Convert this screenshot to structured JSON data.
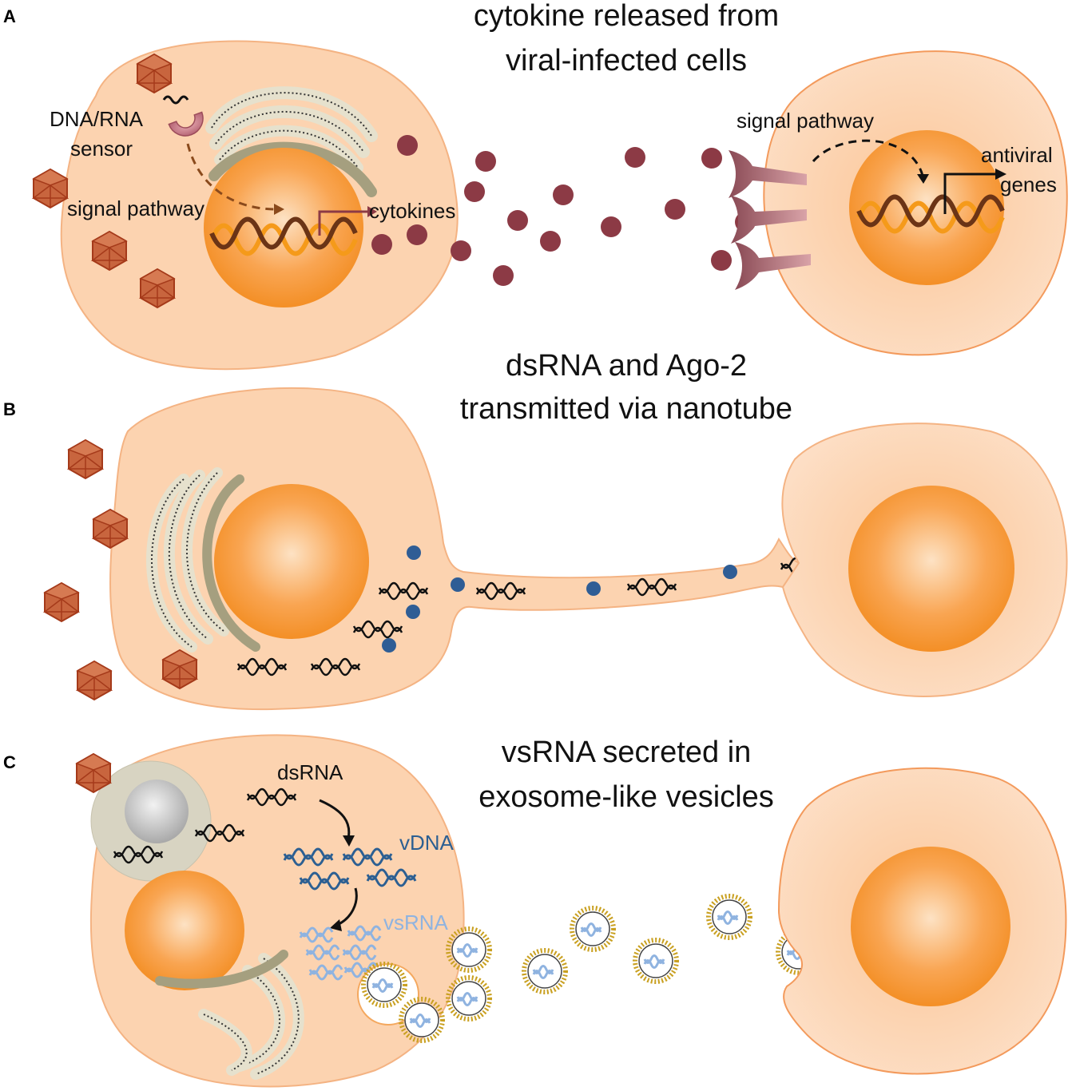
{
  "panels": [
    {
      "label": "A",
      "title_lines": [
        "cytokine released from",
        "viral-infected cells"
      ],
      "labels": {
        "sensor_line1": "DNA/RNA",
        "sensor_line2": "sensor",
        "signal_left": "signal pathway",
        "cytokines": "cytokines",
        "signal_right": "signal pathway",
        "antiviral_line1": "antiviral",
        "antiviral_line2": "genes"
      }
    },
    {
      "label": "B",
      "title_lines": [
        "dsRNA and Ago-2",
        "transmitted via nanotube"
      ]
    },
    {
      "label": "C",
      "title_lines": [
        "vsRNA secreted in",
        "exosome-like vesicles"
      ],
      "labels": {
        "dsRNA": "dsRNA",
        "vDNA": "vDNA",
        "vsRNA": "vsRNA"
      }
    }
  ],
  "colors": {
    "cell": "#fcd3b0",
    "cell_edge": "#f0a36a",
    "nucleus": "#f7941d",
    "virus": "#c0552d",
    "cytokine": "#8c3a45",
    "ago2": "#2f5d95",
    "vDNA": "#2c5f92",
    "vsRNA": "#8fb3e0",
    "vDNA_text": "#2c5f92",
    "vsRNA_text": "#8fb3e0"
  }
}
